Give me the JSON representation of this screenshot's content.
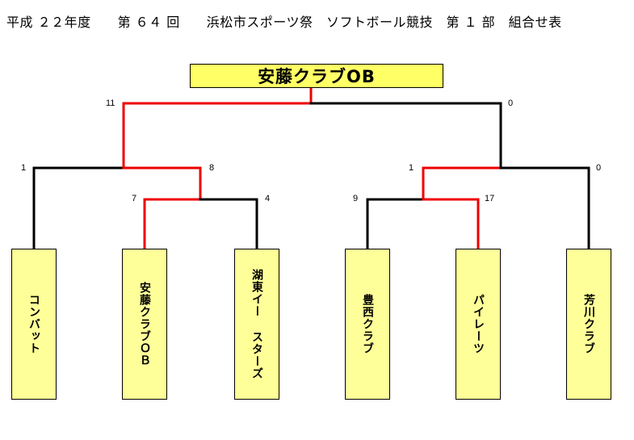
{
  "title": "平成 ２２年度　　第 ６４ 回　　浜松市スポーツ祭　ソフトボール競技　第 １ 部　組合せ表",
  "champion": "安藤クラブOB",
  "teams": [
    "コンバット",
    "安藤クラブＯＢ",
    "湖東イー スターズ",
    "豊西クラブ",
    "パイレーツ",
    "芳川クラブ"
  ],
  "scores": {
    "final_left": "11",
    "final_right": "0",
    "semi_left_outer": "1",
    "semi_left_inner": "8",
    "qf_left_a": "7",
    "qf_left_b": "4",
    "semi_right_inner": "1",
    "semi_right_outer": "0",
    "qf_right_a": "9",
    "qf_right_b": "17"
  },
  "colors": {
    "win_line": "#ee0000",
    "lose_line": "#000000",
    "champion_fill": "#ffff66",
    "team_fill": "#ffff99"
  }
}
